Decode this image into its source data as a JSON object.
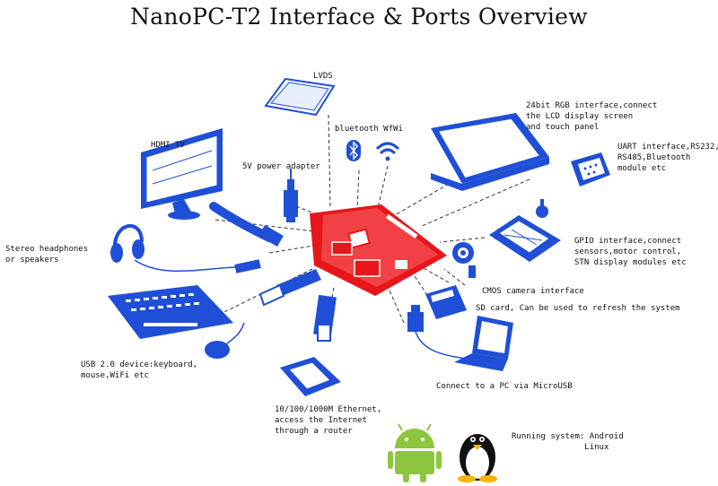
{
  "title": "NanoPC-T2 Interface & Ports Overview",
  "labels": {
    "lvds": "LVDS",
    "bt_wifi": "bluetooth WfWi",
    "rgb": "24bit RGB interface,connect\nthe LCD display screen\nand touch panel",
    "hdmi": "HDMI TV",
    "power": "5V power adapter",
    "uart": "UART interface,RS232,\nRS485,Bluetooth\nmodule etc",
    "headphones": "Stereo headphones\nor speakers",
    "gpio": "GPIO interface,connect\nsensors,motor control,\nSTN display modules etc",
    "cmos": "CMOS camera interface",
    "sd": "SD card, Can be used to refresh the system",
    "usb": "USB 2.0 device:keyboard,\nmouse,WiFi etc",
    "microusb": "Connect to a PC via MicroUSB",
    "ethernet": "10/100/1000M Ethernet,\naccess the Internet\nthrough a router",
    "os": "Running system: Android\n               Linux"
  },
  "colors": {
    "device": "#1f4fd6",
    "board": "#e8161b",
    "android": "#8cc63f",
    "text": "#111111"
  }
}
